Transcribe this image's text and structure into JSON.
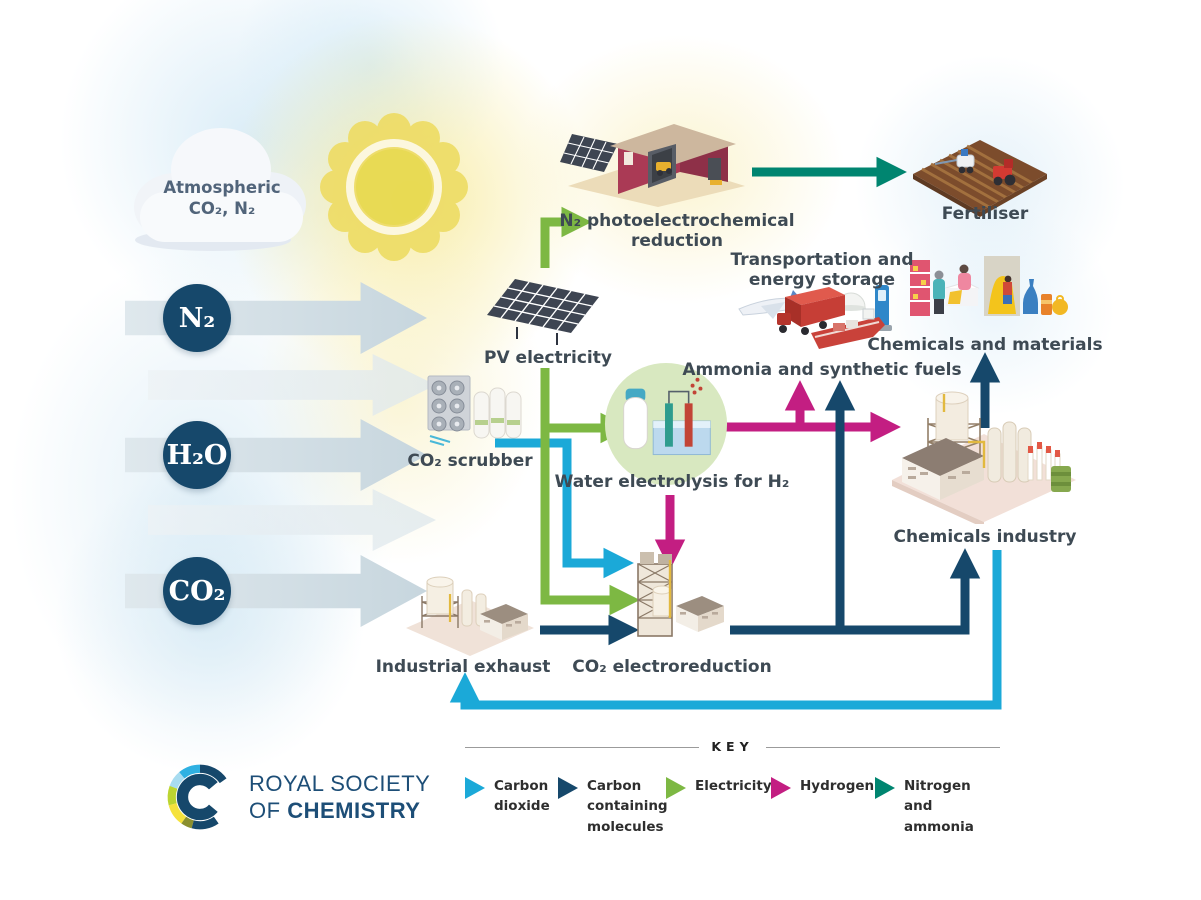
{
  "colors": {
    "carbon-dioxide": "#1ba9d8",
    "carbon-molecules": "#16486b",
    "electricity": "#7db843",
    "hydrogen": "#c31e82",
    "nitrogen-ammonia": "#008570",
    "circle": "#16486b",
    "label-text": "#3e4a54"
  },
  "atmosphere": {
    "cloud_label": "Atmospheric CO₂, N₂"
  },
  "inputs": {
    "n2": "N₂",
    "h2o": "H₂O",
    "co2": "CO₂"
  },
  "nodes": {
    "n2_reduction": "N₂ photoelectrochemical reduction",
    "fertiliser": "Fertiliser",
    "pv": "PV electricity",
    "transport": "Transportation and energy storage",
    "chem_materials": "Chemicals and materials",
    "scrubber": "CO₂ scrubber",
    "electrolysis": "Water electrolysis for H₂",
    "ammonia_fuels": "Ammonia and synthetic fuels",
    "chem_industry": "Chemicals industry",
    "exhaust": "Industrial exhaust",
    "electroreduction": "CO₂ electroreduction"
  },
  "key": {
    "title": "KEY",
    "items": [
      {
        "label": "Carbon\ndioxide",
        "color_key": "carbon-dioxide"
      },
      {
        "label": "Carbon\ncontaining\nmolecules",
        "color_key": "carbon-molecules"
      },
      {
        "label": "Electricity",
        "color_key": "electricity"
      },
      {
        "label": "Hydrogen",
        "color_key": "hydrogen"
      },
      {
        "label": "Nitrogen\nand\nammonia",
        "color_key": "nitrogen-ammonia"
      }
    ]
  },
  "logo": {
    "line1": "ROYAL SOCIETY",
    "line2_of": "OF",
    "line2_bold": "CHEMISTRY"
  }
}
